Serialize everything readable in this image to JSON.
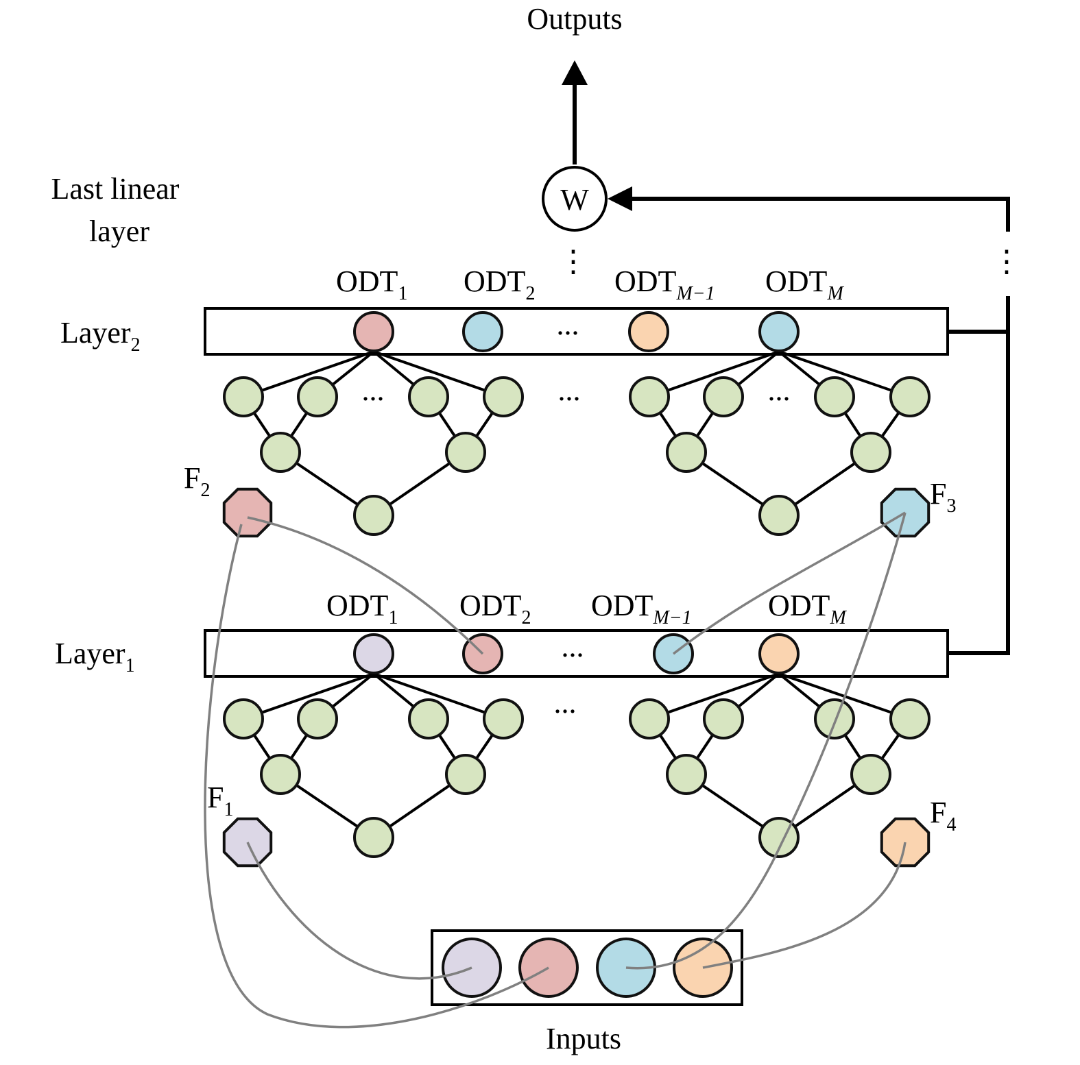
{
  "outputs_label": "Outputs",
  "inputs_label": "Inputs",
  "last_linear_layer": {
    "line1": "Last linear",
    "line2": "layer"
  },
  "weight_node": "W",
  "colors": {
    "lavender": "#dcd7e6",
    "pink": "#e5b5b3",
    "blue": "#b3dbe6",
    "peach": "#fad4b0",
    "green": "#d7e5c1",
    "curve": "#808080"
  },
  "layers": [
    {
      "name": "layer2",
      "label": "Layer",
      "label_sub": "2",
      "odt_labels": [
        {
          "main": "ODT",
          "sub": "1"
        },
        {
          "main": "ODT",
          "sub": "2"
        },
        {
          "main": "ODT",
          "sub": "M−1"
        },
        {
          "main": "ODT",
          "sub": "M"
        }
      ],
      "odt_colors": [
        "pink",
        "blue",
        "peach",
        "blue"
      ],
      "ellipsis": "...",
      "features": [
        {
          "main": "F",
          "sub": "2",
          "color": "pink"
        },
        {
          "main": "F",
          "sub": "3",
          "color": "blue"
        }
      ]
    },
    {
      "name": "layer1",
      "label": "Layer",
      "label_sub": "1",
      "odt_labels": [
        {
          "main": "ODT",
          "sub": "1"
        },
        {
          "main": "ODT",
          "sub": "2"
        },
        {
          "main": "ODT",
          "sub": "M−1"
        },
        {
          "main": "ODT",
          "sub": "M"
        }
      ],
      "odt_colors": [
        "lavender",
        "pink",
        "blue",
        "peach"
      ],
      "ellipsis": "...",
      "features": [
        {
          "main": "F",
          "sub": "1",
          "color": "lavender"
        },
        {
          "main": "F",
          "sub": "4",
          "color": "peach"
        }
      ]
    }
  ],
  "tree_ellipsis": "...",
  "vertical_ellipsis": "⋮",
  "input_colors": [
    "lavender",
    "pink",
    "blue",
    "peach"
  ]
}
